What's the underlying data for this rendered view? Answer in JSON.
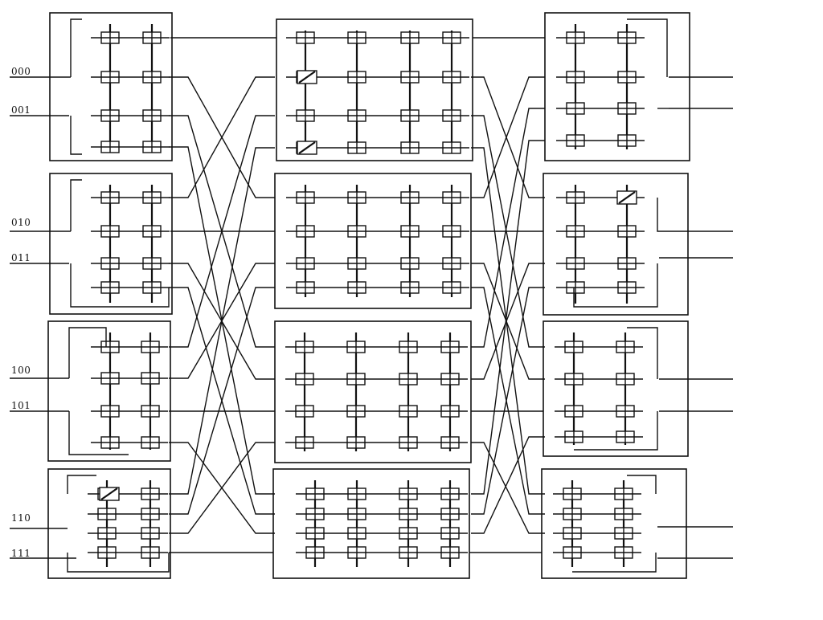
{
  "input_labels": [
    "000",
    "001",
    "010",
    "011",
    "100",
    "101",
    "110",
    "111"
  ]
}
